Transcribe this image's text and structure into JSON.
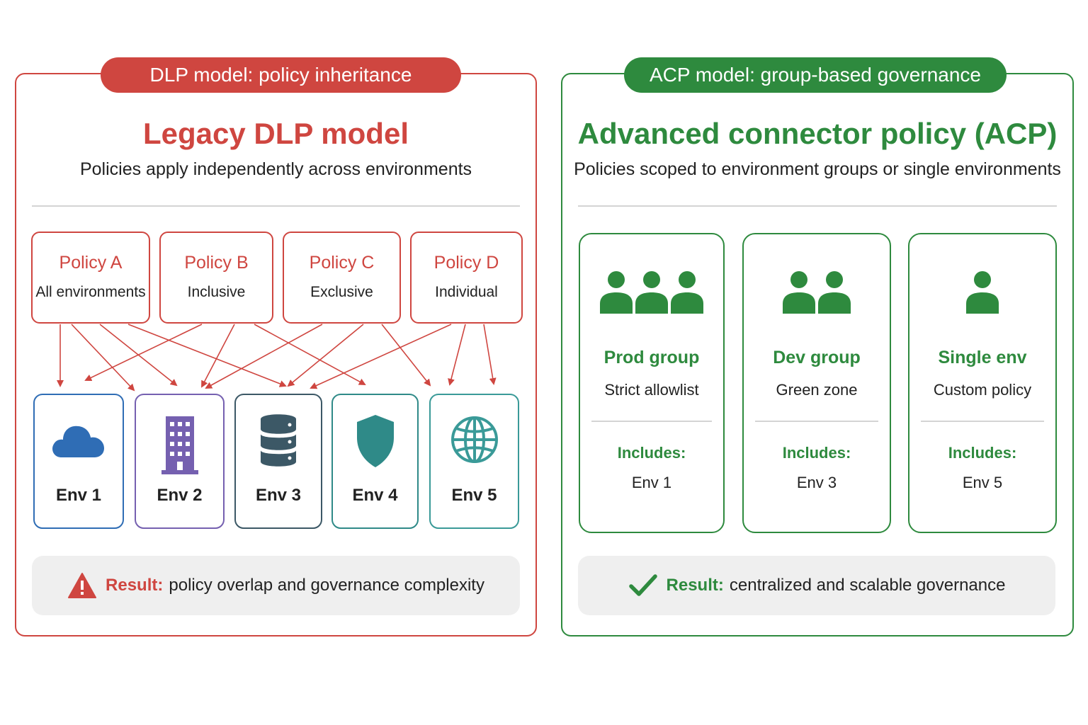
{
  "left": {
    "badge": "DLP model: policy inheritance",
    "title": "Legacy DLP model",
    "subtitle": "Policies apply independently across environments",
    "policies": [
      {
        "name": "Policy A",
        "scope": "All environments"
      },
      {
        "name": "Policy B",
        "scope": "Inclusive"
      },
      {
        "name": "Policy C",
        "scope": "Exclusive"
      },
      {
        "name": "Policy D",
        "scope": "Individual"
      }
    ],
    "environments": [
      {
        "label": "Env 1",
        "icon": "cloud-icon",
        "color": "#2f6db5"
      },
      {
        "label": "Env 2",
        "icon": "building-icon",
        "color": "#7560b0"
      },
      {
        "label": "Env 3",
        "icon": "database-icon",
        "color": "#3c5866"
      },
      {
        "label": "Env 4",
        "icon": "shield-icon",
        "color": "#2f8a88"
      },
      {
        "label": "Env 5",
        "icon": "globe-icon",
        "color": "#3a9a98"
      }
    ],
    "result": {
      "icon": "warning-icon",
      "label": "Result:",
      "text": "policy overlap and governance complexity"
    },
    "accent_color": "#cf4640"
  },
  "right": {
    "badge": "ACP model: group-based governance",
    "title": "Advanced connector policy (ACP)",
    "subtitle": "Policies scoped to environment groups or single environments",
    "groups": [
      {
        "name": "Prod group",
        "desc": "Strict allowlist",
        "includes_label": "Includes:",
        "includes": "Env 1",
        "icon": "three-users-icon"
      },
      {
        "name": "Dev group",
        "desc": "Green zone",
        "includes_label": "Includes:",
        "includes": "Env 3",
        "icon": "two-users-icon"
      },
      {
        "name": "Single env",
        "desc": "Custom policy",
        "includes_label": "Includes:",
        "includes": "Env 5",
        "icon": "single-user-icon"
      }
    ],
    "result": {
      "icon": "checkmark-icon",
      "label": "Result:",
      "text": "centralized and scalable governance"
    },
    "accent_color": "#2e8a3e"
  }
}
